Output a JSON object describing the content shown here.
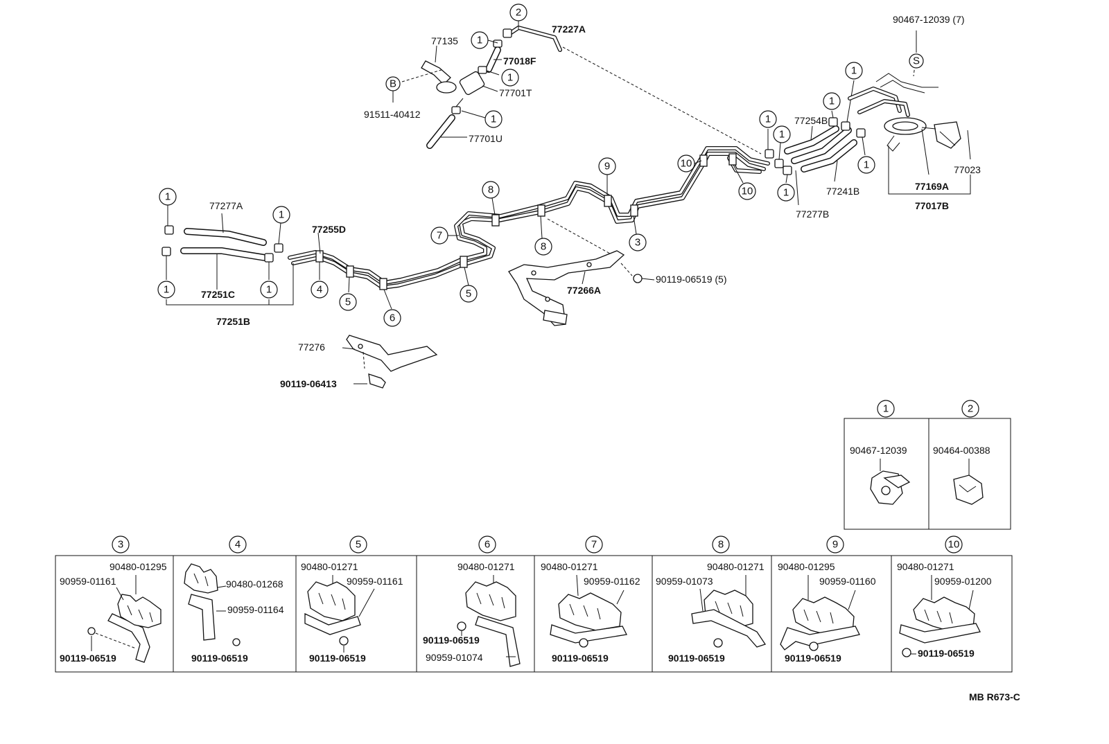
{
  "labels": {
    "l_90467_12039_7": "90467-12039 (7)",
    "l_77227A": "77227A",
    "l_77135": "77135",
    "l_77018F": "77018F",
    "l_77701T": "77701T",
    "l_91511_40412": "91511-40412",
    "l_77701U": "77701U",
    "l_77254B": "77254B",
    "l_77023": "77023",
    "l_77169A": "77169A",
    "l_77017B": "77017B",
    "l_77241B": "77241B",
    "l_77277B": "77277B",
    "l_77277A": "77277A",
    "l_77255D": "77255D",
    "l_77251C": "77251C",
    "l_77251B": "77251B",
    "l_77266A": "77266A",
    "l_90119_06519_5": "90119-06519 (5)",
    "l_77276": "77276",
    "l_90119_06413": "90119-06413",
    "l_B": "B",
    "l_S": "S",
    "ref_code": "MB R673-C"
  },
  "callouts": [
    "1",
    "2",
    "3",
    "4",
    "5",
    "6",
    "7",
    "8",
    "9",
    "10"
  ],
  "detail_clamps": [
    {
      "num": "1",
      "part": "90467-12039"
    },
    {
      "num": "2",
      "part": "90464-00388"
    }
  ],
  "detail_brackets": [
    {
      "num": "3",
      "parts": [
        "90480-01295",
        "90959-01161",
        "90119-06519"
      ]
    },
    {
      "num": "4",
      "parts": [
        "90480-01268",
        "90959-01164",
        "90119-06519"
      ]
    },
    {
      "num": "5",
      "parts": [
        "90480-01271",
        "90959-01161",
        "90119-06519"
      ]
    },
    {
      "num": "6",
      "parts": [
        "90480-01271",
        "90119-06519",
        "90959-01074"
      ]
    },
    {
      "num": "7",
      "parts": [
        "90480-01271",
        "90959-01162",
        "90119-06519"
      ]
    },
    {
      "num": "8",
      "parts": [
        "90480-01271",
        "90959-01073",
        "90119-06519"
      ]
    },
    {
      "num": "9",
      "parts": [
        "90480-01295",
        "90959-01160",
        "90119-06519"
      ]
    },
    {
      "num": "10",
      "parts": [
        "90480-01271",
        "90959-01200",
        "90119-06519"
      ]
    }
  ]
}
